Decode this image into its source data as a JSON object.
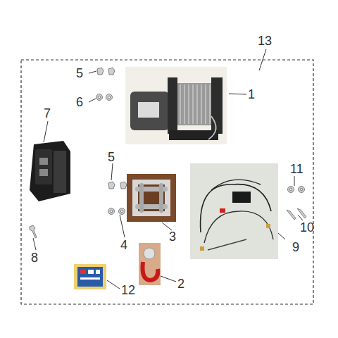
{
  "diagram": {
    "labels": [
      "13",
      "5",
      "6",
      "1",
      "7",
      "5",
      "11",
      "10",
      "4",
      "3",
      "8",
      "9",
      "2",
      "12"
    ]
  }
}
